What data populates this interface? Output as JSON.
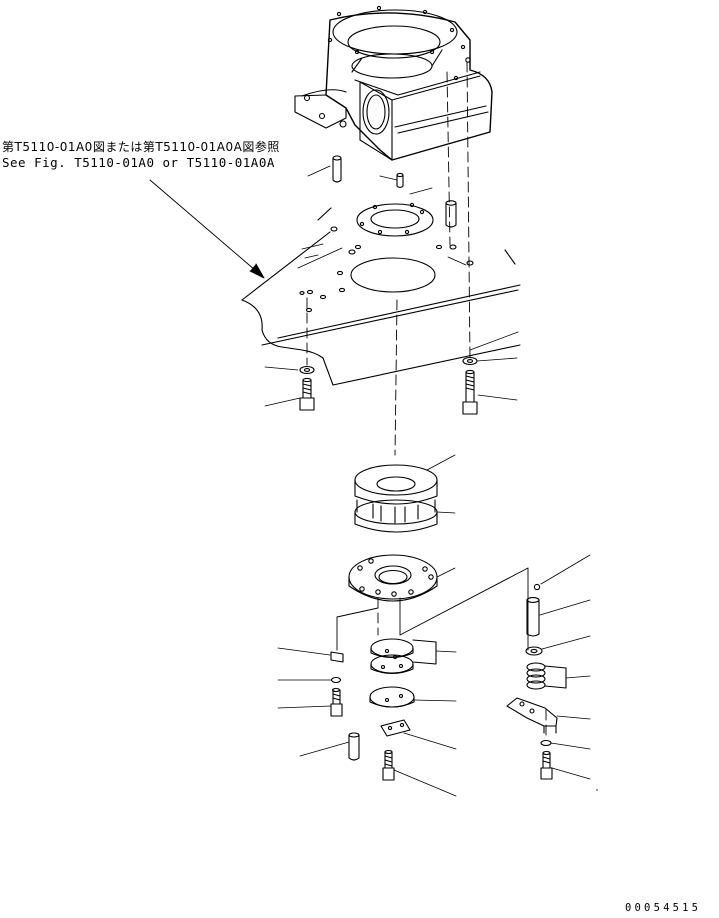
{
  "reference": {
    "japanese": "第T5110-01A0図または第T5110-01A0A図参照",
    "english": "See Fig. T5110-01A0 or T5110-01A0A"
  },
  "drawing_number": "00054515"
}
